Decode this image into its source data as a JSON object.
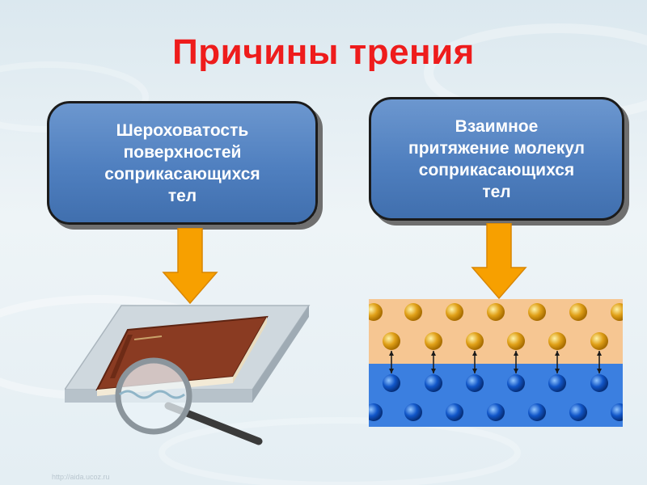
{
  "slide": {
    "title": "Причины трения",
    "watermark": "http://aida.ucoz.ru"
  },
  "cause_left": {
    "text": "Шероховатость\nповерхностей\nсоприкасающихся\nтел"
  },
  "cause_right": {
    "text": "Взаимное\nпритяжение молекул\nсоприкасающихся\nтел"
  },
  "colors": {
    "title": "#ee1c1c",
    "box_fill": "#4f7fbf",
    "arrow": "#f7a000",
    "upper_layer": "#f6c692",
    "lower_layer": "#3b7fe0",
    "book": "#8a3b22"
  },
  "icons": [
    "down-arrow-icon",
    "book-icon",
    "magnifier-icon",
    "molecule-icon"
  ]
}
